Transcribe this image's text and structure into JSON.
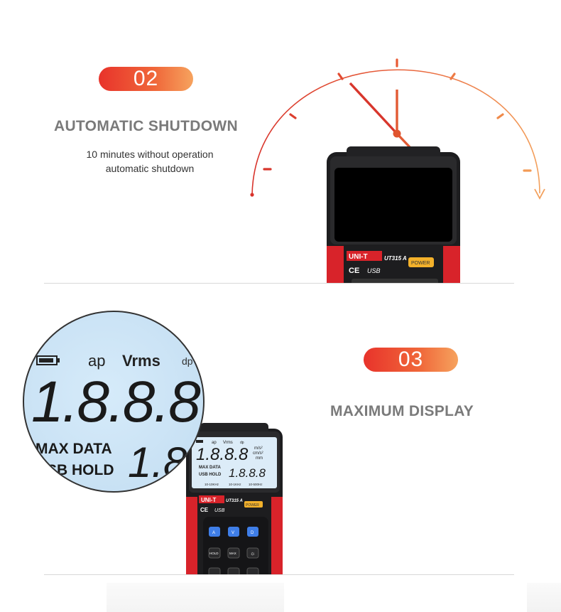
{
  "feature_shutdown": {
    "number": "02",
    "title": "AUTOMATIC SHUTDOWN",
    "description_line1": "10 minutes without operation",
    "description_line2": "automatic shutdown"
  },
  "feature_display": {
    "number": "03",
    "title": "MAXIMUM DISPLAY"
  },
  "device": {
    "brand": "UNI-T",
    "model": "UT315 A",
    "ce_mark": "CE",
    "usb_label": "USB",
    "power_label": "POWER"
  },
  "lcd": {
    "main_reading": "1.8.8.8",
    "sub_reading": "1.8.8.8",
    "unit_ap": "ap",
    "unit_vrms": "Vrms",
    "unit_dp": "dp",
    "unit_ms2": "m/s²",
    "unit_cms": "cm/s²",
    "unit_mm": "mm",
    "label_max_data": "MAX DATA",
    "label_usb_hold": "USB HOLD",
    "freq_1": "10-10KHz",
    "freq_2": "10-1KHz",
    "freq_3": "10-500Hz"
  },
  "magnifier": {
    "unit_ap": "ap",
    "unit_vrms": "Vrms",
    "unit_dp": "dp",
    "reading": "1.8.8.8",
    "sub_reading": "1.8",
    "label_max_data": "MAX DATA",
    "label_usb_hold": "SB HOLD"
  },
  "keypad": {
    "key_a": "A",
    "key_v": "V",
    "key_d": "D",
    "key_hold": "HOLD",
    "key_max": "MAX",
    "key_light": "☼"
  },
  "colors": {
    "accent_red": "#e8332b",
    "accent_orange": "#f6a35e",
    "device_red": "#d8232a",
    "lcd_blue": "#cfe6f5"
  }
}
